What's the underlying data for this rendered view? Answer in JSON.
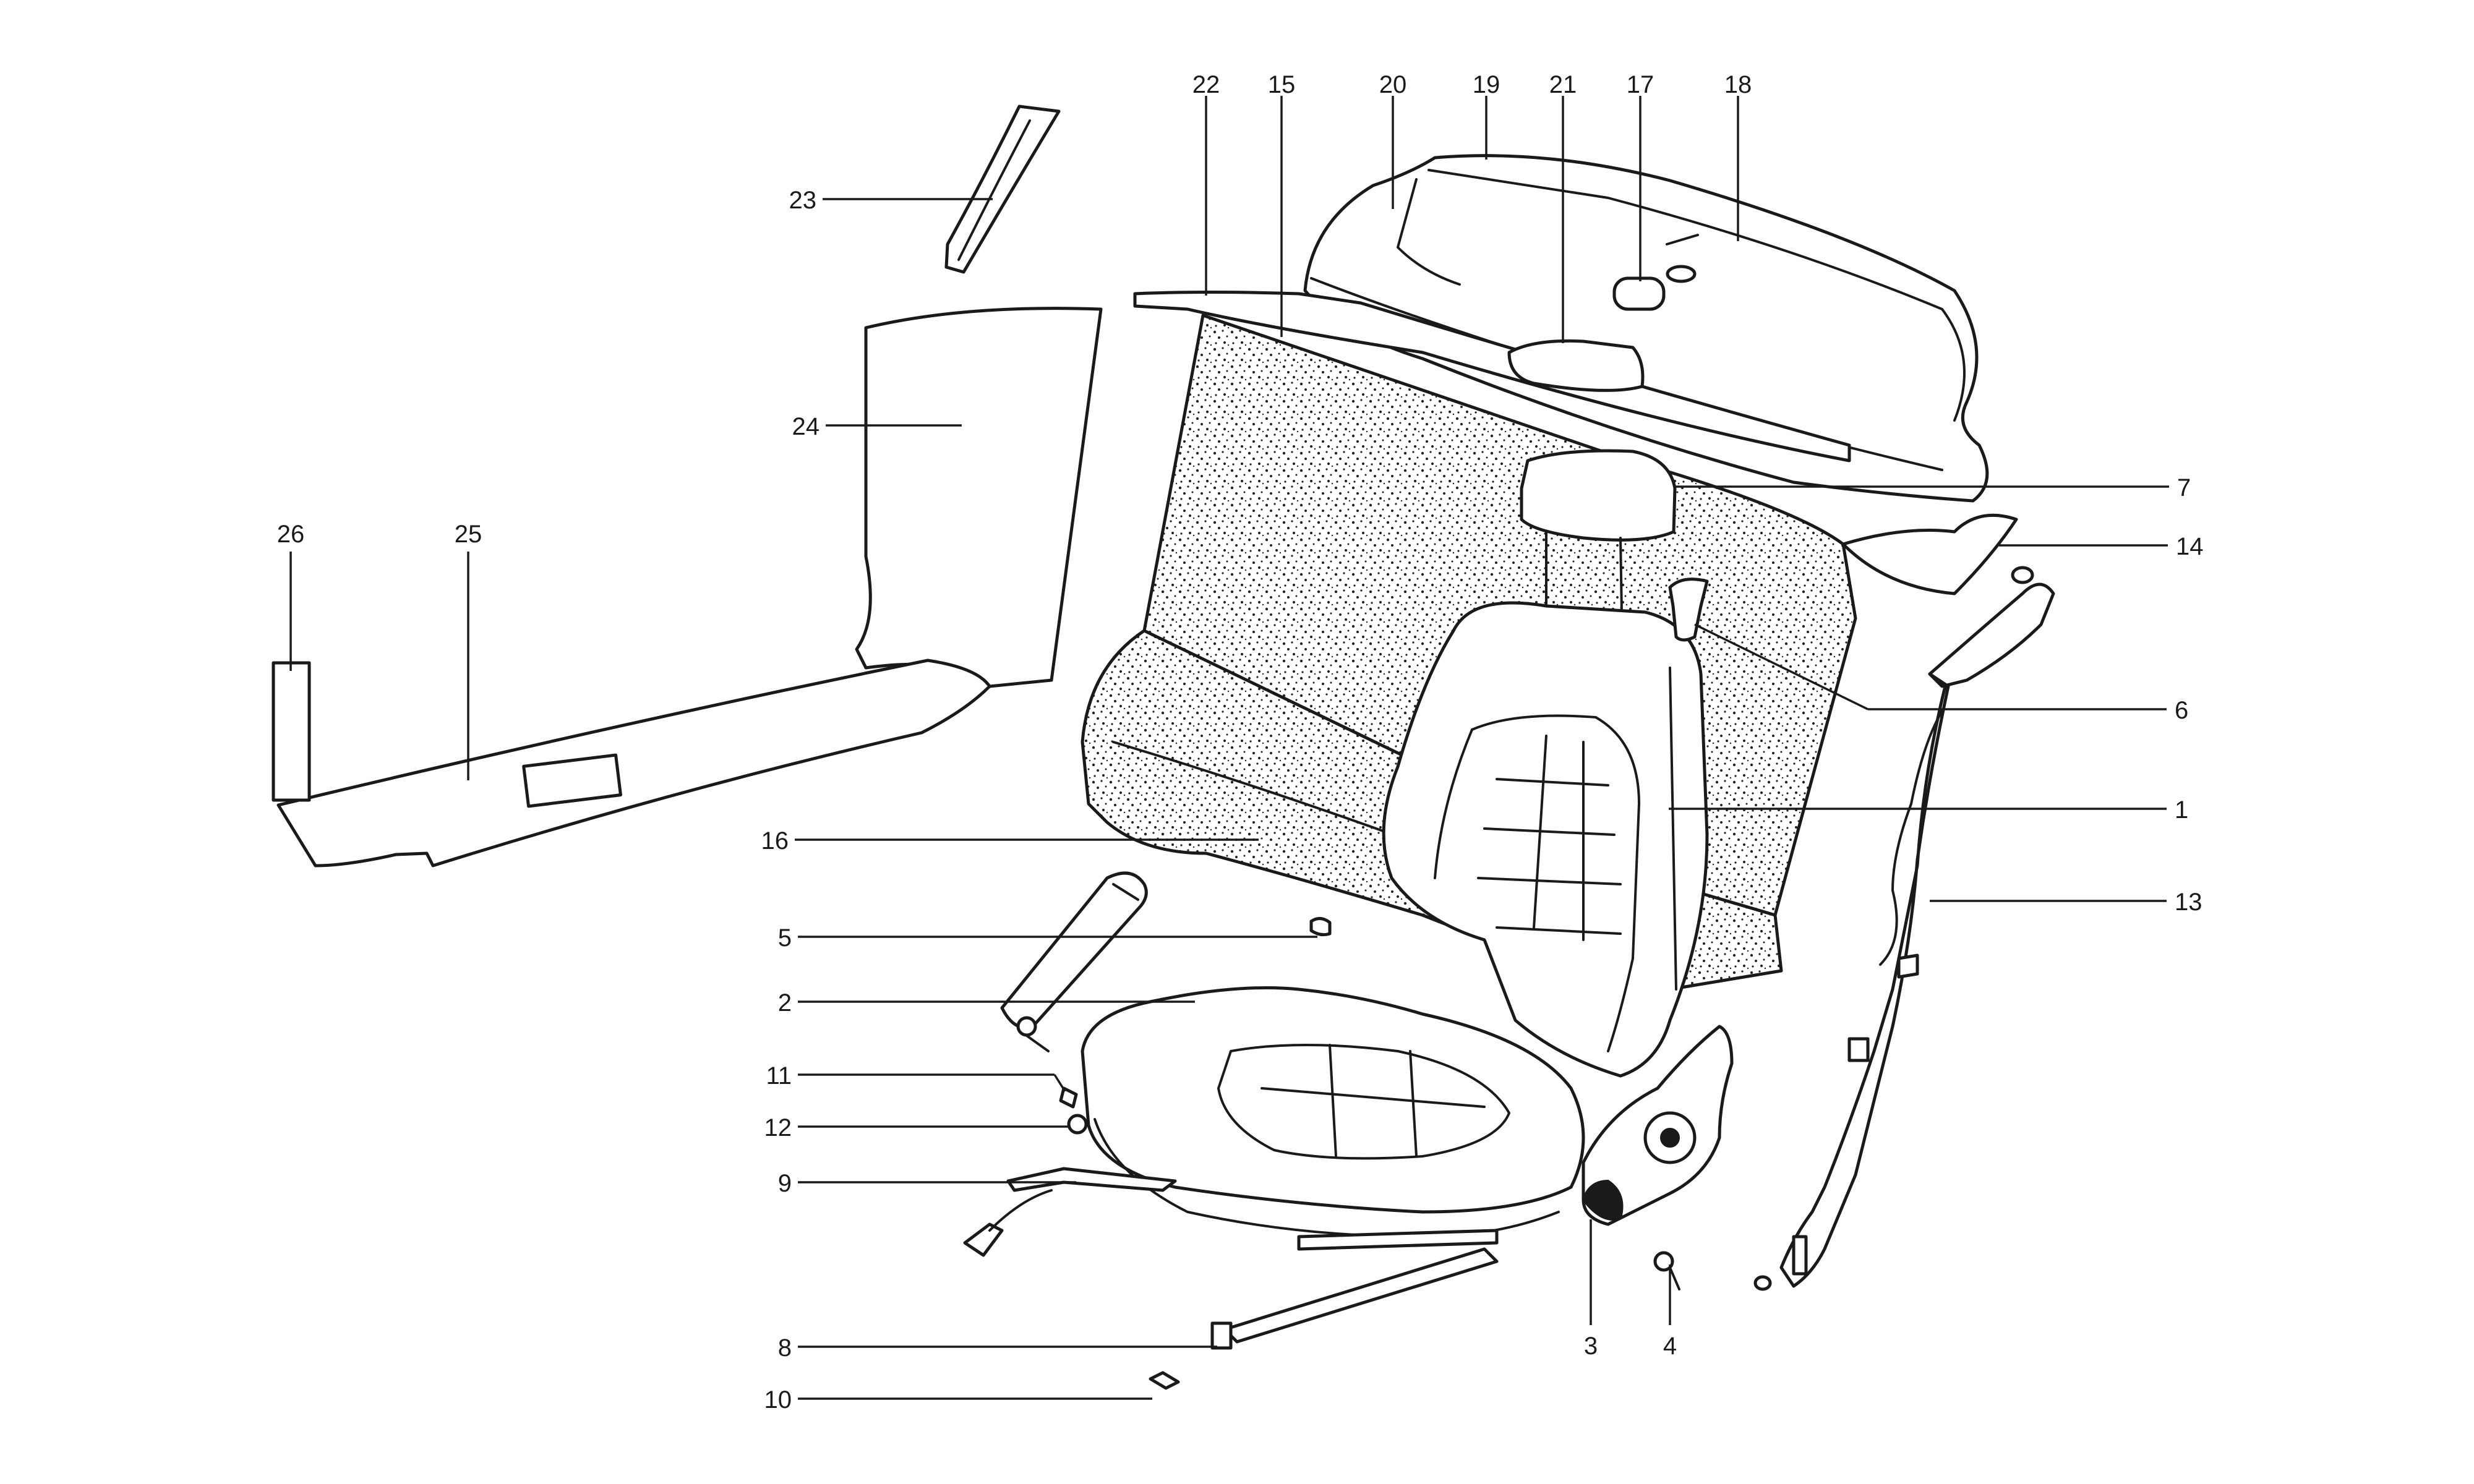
{
  "callouts": [
    "1",
    "2",
    "3",
    "4",
    "5",
    "6",
    "7",
    "8",
    "9",
    "10",
    "11",
    "12",
    "13",
    "14",
    "15",
    "16",
    "17",
    "18",
    "19",
    "20",
    "21",
    "22",
    "23",
    "24",
    "25",
    "26"
  ]
}
